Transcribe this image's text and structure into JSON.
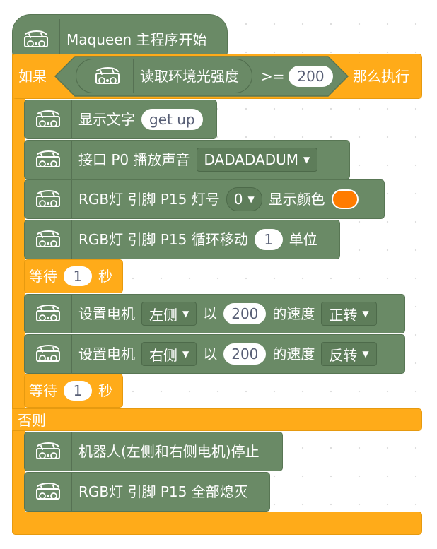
{
  "hat": {
    "label": "Maqueen 主程序开始"
  },
  "if_block": {
    "if_label": "如果",
    "then_label": "那么执行",
    "else_label": "否则",
    "condition": {
      "sensor_label": "读取环境光强度",
      "operator": ">=",
      "value": "200"
    }
  },
  "then_blocks": {
    "show_text": {
      "label": "显示文字",
      "value": "get up"
    },
    "play_sound": {
      "label": "接口 P0 播放声音",
      "value": "DADADADUM"
    },
    "rgb_show": {
      "label": "RGB灯 引脚 P15 灯号",
      "led_value": "0",
      "suffix": "显示颜色",
      "color": "#ff7c00"
    },
    "rgb_rotate": {
      "label": "RGB灯 引脚 P15 循环移动",
      "value": "1",
      "suffix": "单位"
    },
    "wait1": {
      "label": "等待",
      "value": "1",
      "unit": "秒"
    },
    "motor_left": {
      "label": "设置电机",
      "side": "左侧",
      "word_with": "以",
      "speed": "200",
      "speed_label": "的速度",
      "direction": "正转"
    },
    "motor_right": {
      "label": "设置电机",
      "side": "右侧",
      "word_with": "以",
      "speed": "200",
      "speed_label": "的速度",
      "direction": "反转"
    },
    "wait2": {
      "label": "等待",
      "value": "1",
      "unit": "秒"
    }
  },
  "else_blocks": {
    "stop": {
      "label": "机器人(左侧和右侧电机)停止"
    },
    "rgb_off": {
      "label": "RGB灯 引脚 P15 全部熄灭"
    }
  },
  "colors": {
    "block_green": "#6a8a66",
    "control_orange": "#ffab19",
    "led_orange": "#ff7c00"
  },
  "icons": {
    "robot": "maqueen-robot-icon"
  }
}
